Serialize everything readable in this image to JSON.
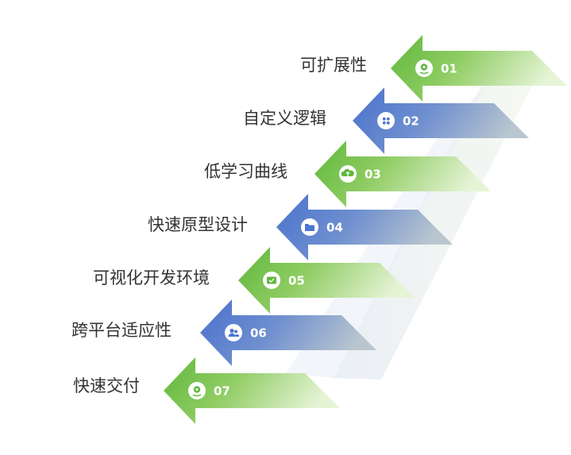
{
  "steps": [
    {
      "number": "01",
      "label": "可扩展性",
      "color": "green",
      "icon": "location-pin-icon"
    },
    {
      "number": "02",
      "label": "自定义逻辑",
      "color": "blue",
      "icon": "apps-grid-icon"
    },
    {
      "number": "03",
      "label": "低学习曲线",
      "color": "green",
      "icon": "cloud-upload-icon"
    },
    {
      "number": "04",
      "label": "快速原型设计",
      "color": "blue",
      "icon": "folder-icon"
    },
    {
      "number": "05",
      "label": "可视化开发环境",
      "color": "green",
      "icon": "check-mail-icon"
    },
    {
      "number": "06",
      "label": "跨平台适应性",
      "color": "blue",
      "icon": "users-icon"
    },
    {
      "number": "07",
      "label": "快速交付",
      "color": "green",
      "icon": "location-pin-icon"
    }
  ],
  "colors": {
    "green_dark": "#5fb83c",
    "green_light": "#d8efbf",
    "blue_dark": "#4e76cf",
    "blue_light": "#a9b8c9",
    "label_text": "#333333"
  }
}
